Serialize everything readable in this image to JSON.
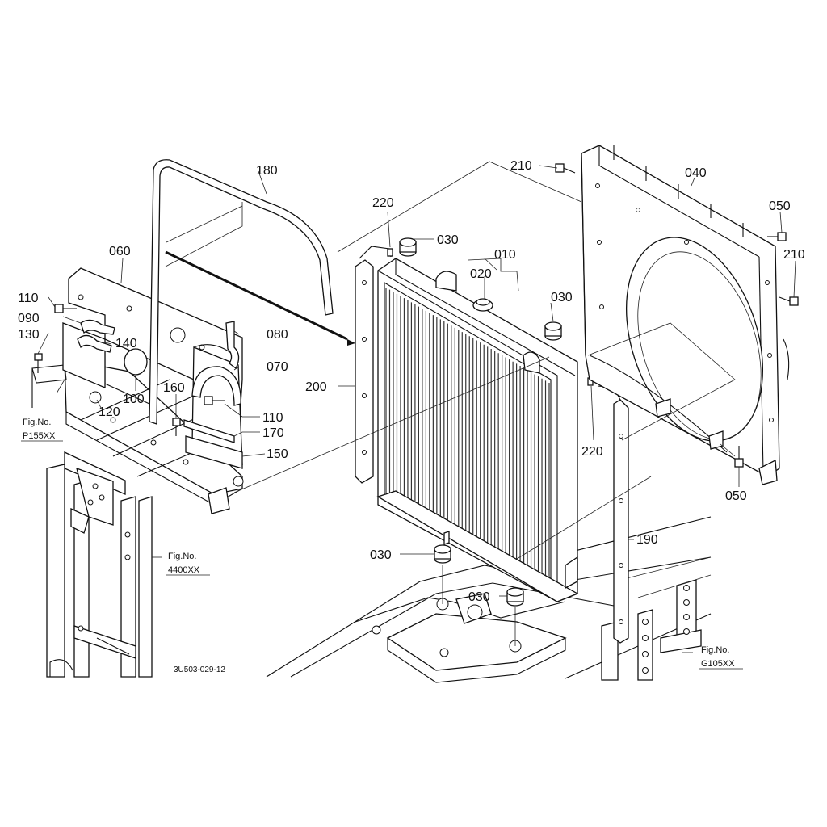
{
  "diagram": {
    "caption": "3U503-029-12",
    "callouts": [
      {
        "id": "c180",
        "text": "180"
      },
      {
        "id": "c060",
        "text": "060"
      },
      {
        "id": "c110a",
        "text": "110"
      },
      {
        "id": "c090",
        "text": "090"
      },
      {
        "id": "c130",
        "text": "130"
      },
      {
        "id": "c140",
        "text": "140"
      },
      {
        "id": "c080",
        "text": "080"
      },
      {
        "id": "c070",
        "text": "070"
      },
      {
        "id": "c100",
        "text": "100"
      },
      {
        "id": "c120",
        "text": "120"
      },
      {
        "id": "c160",
        "text": "160"
      },
      {
        "id": "c110b",
        "text": "110"
      },
      {
        "id": "c170",
        "text": "170"
      },
      {
        "id": "c150",
        "text": "150"
      },
      {
        "id": "c200",
        "text": "200"
      },
      {
        "id": "c220a",
        "text": "220"
      },
      {
        "id": "c030a",
        "text": "030"
      },
      {
        "id": "c010",
        "text": "010"
      },
      {
        "id": "c020",
        "text": "020"
      },
      {
        "id": "c030b",
        "text": "030"
      },
      {
        "id": "c210a",
        "text": "210"
      },
      {
        "id": "c040",
        "text": "040"
      },
      {
        "id": "c050a",
        "text": "050"
      },
      {
        "id": "c210b",
        "text": "210"
      },
      {
        "id": "c220b",
        "text": "220"
      },
      {
        "id": "c050b",
        "text": "050"
      },
      {
        "id": "c190",
        "text": "190"
      },
      {
        "id": "c030c",
        "text": "030"
      },
      {
        "id": "c030d",
        "text": "030"
      }
    ],
    "fig_refs": [
      {
        "id": "p155",
        "line1": "Fig.No.",
        "line2": "P155XX"
      },
      {
        "id": "f4400",
        "line1": "Fig.No.",
        "line2": "4400XX"
      },
      {
        "id": "g105",
        "line1": "Fig.No.",
        "line2": "G105XX"
      }
    ]
  }
}
